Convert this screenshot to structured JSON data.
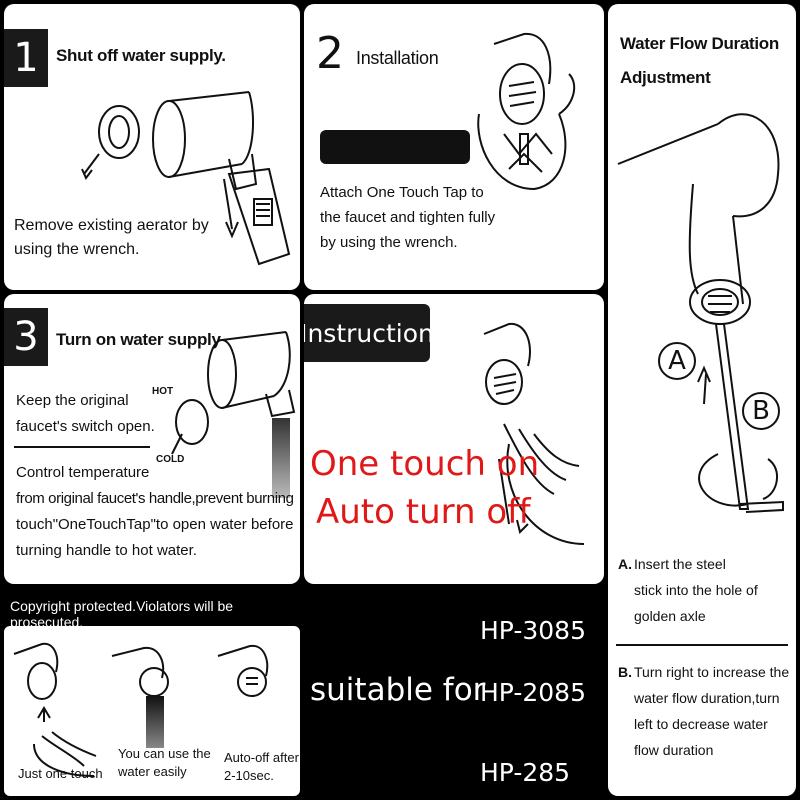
{
  "step1": {
    "number": "1",
    "title": "Shut off water supply.",
    "text_line1": "Remove existing aerator by",
    "text_line2": "using the wrench."
  },
  "step2": {
    "number": "2",
    "title": "Installation",
    "text_line1": "Attach One Touch Tap to",
    "text_line2": "the faucet and tighten fully",
    "text_line3": "by using the wrench."
  },
  "step3": {
    "number": "3",
    "title": "Turn on water supply",
    "text_line1": "Keep the original",
    "text_line2": "faucet's switch open.",
    "hot_label": "HOT",
    "cold_label": "COLD",
    "text_line3": "Control temperature",
    "text_line4": "from original faucet's handle,prevent burning",
    "text_line5": "touch\"OneTouchTap\"to open water before",
    "text_line6": "turning handle to hot water."
  },
  "instruction": {
    "title": "Instruction",
    "red_line1": "One touch on",
    "red_line2": "Auto turn off"
  },
  "adjustment": {
    "title_line1": "Water Flow Duration",
    "title_line2": "Adjustment",
    "label_a": "A",
    "label_b": "B",
    "a_prefix": "A.",
    "a_line1": "Insert the steel",
    "a_line2": "stick into the hole of",
    "a_line3": "golden axle",
    "b_prefix": "B.",
    "b_line1": "Turn right to increase the",
    "b_line2": "water flow duration,turn",
    "b_line3": "left to decrease water",
    "b_line4": "flow duration"
  },
  "copyright": "Copyright protected.Violators will be prosecuted.",
  "usage": {
    "caption1": "Just one touch",
    "caption2_line1": "You can use the",
    "caption2_line2": "water easily",
    "caption3_line1": "Auto-off after",
    "caption3_line2": "2-10sec."
  },
  "compat": {
    "label": "suitable for",
    "models": [
      "HP-3085",
      "HP-2085",
      "HP-285"
    ]
  },
  "colors": {
    "accent_red": "#e01818",
    "dark": "#1a1a1a"
  },
  "icons": [
    "faucet-icon",
    "wrench-icon",
    "hand-icon",
    "arrow-icon",
    "hex-key-icon"
  ]
}
